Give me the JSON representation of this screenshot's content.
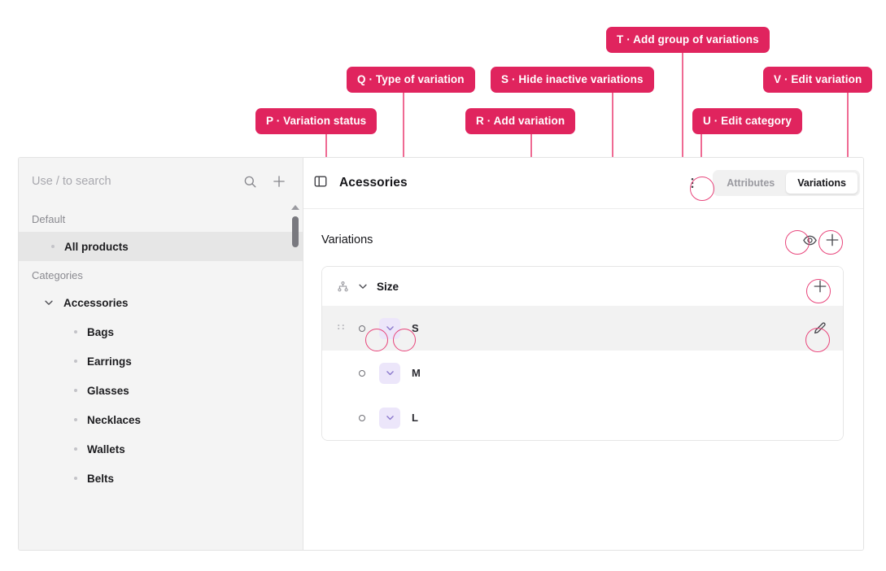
{
  "callouts": [
    {
      "id": "P",
      "label": "P · Variation status"
    },
    {
      "id": "Q",
      "label": "Q · Type of variation"
    },
    {
      "id": "R",
      "label": "R · Add variation"
    },
    {
      "id": "S",
      "label": "S · Hide inactive variations"
    },
    {
      "id": "T",
      "label": "T · Add group of variations"
    },
    {
      "id": "U",
      "label": "U · Edit category"
    },
    {
      "id": "V",
      "label": "V · Edit variation"
    }
  ],
  "colors": {
    "accent": "#e0245e",
    "connector": "#ef6a93",
    "highlight_ring": "#e8457b",
    "sidebar_bg": "#f4f4f4",
    "row_highlight": "#f2f2f2",
    "badge_purple_bg": "#ece6fa",
    "badge_purple_fg": "#8b79cc"
  },
  "sidebar": {
    "search": {
      "placeholder": "Use / to search",
      "search_icon": "search-icon",
      "add_icon": "plus-icon"
    },
    "groups": [
      {
        "label": "Default",
        "items": [
          {
            "label": "All products",
            "selected": true
          }
        ]
      },
      {
        "label": "Categories",
        "category": {
          "label": "Accessories",
          "expanded": true
        },
        "items": [
          {
            "label": "Bags",
            "selected": false
          },
          {
            "label": "Earrings",
            "selected": false
          },
          {
            "label": "Glasses",
            "selected": false
          },
          {
            "label": "Necklaces",
            "selected": false
          },
          {
            "label": "Wallets",
            "selected": false
          },
          {
            "label": "Belts",
            "selected": false
          }
        ]
      }
    ]
  },
  "main": {
    "panel_toggle_icon": "sidebar-toggle-icon",
    "title": "Acessories",
    "kebab_icon": "more-vertical-icon",
    "tabs": [
      {
        "label": "Attributes",
        "active": false
      },
      {
        "label": "Variations",
        "active": true
      }
    ],
    "variations": {
      "title": "Variations",
      "hide_inactive_icon": "eye-icon",
      "add_group_icon": "plus-icon",
      "group": {
        "tree_icon": "hierarchy-icon",
        "chevron_icon": "chevron-down-icon",
        "name": "Size",
        "add_variation_icon": "plus-icon"
      },
      "rows": [
        {
          "label": "S",
          "highlighted": true,
          "drag_icon": "drag-handle-icon",
          "status_icon": "status-circle-icon",
          "type_icon": "chevron-down-icon",
          "edit_icon": "pencil-icon",
          "show_edit": true
        },
        {
          "label": "M",
          "highlighted": false,
          "drag_icon": "drag-handle-icon",
          "status_icon": "status-circle-icon",
          "type_icon": "chevron-down-icon",
          "edit_icon": "pencil-icon",
          "show_edit": false
        },
        {
          "label": "L",
          "highlighted": false,
          "drag_icon": "drag-handle-icon",
          "status_icon": "status-circle-icon",
          "type_icon": "chevron-down-icon",
          "edit_icon": "pencil-icon",
          "show_edit": false
        }
      ]
    }
  }
}
